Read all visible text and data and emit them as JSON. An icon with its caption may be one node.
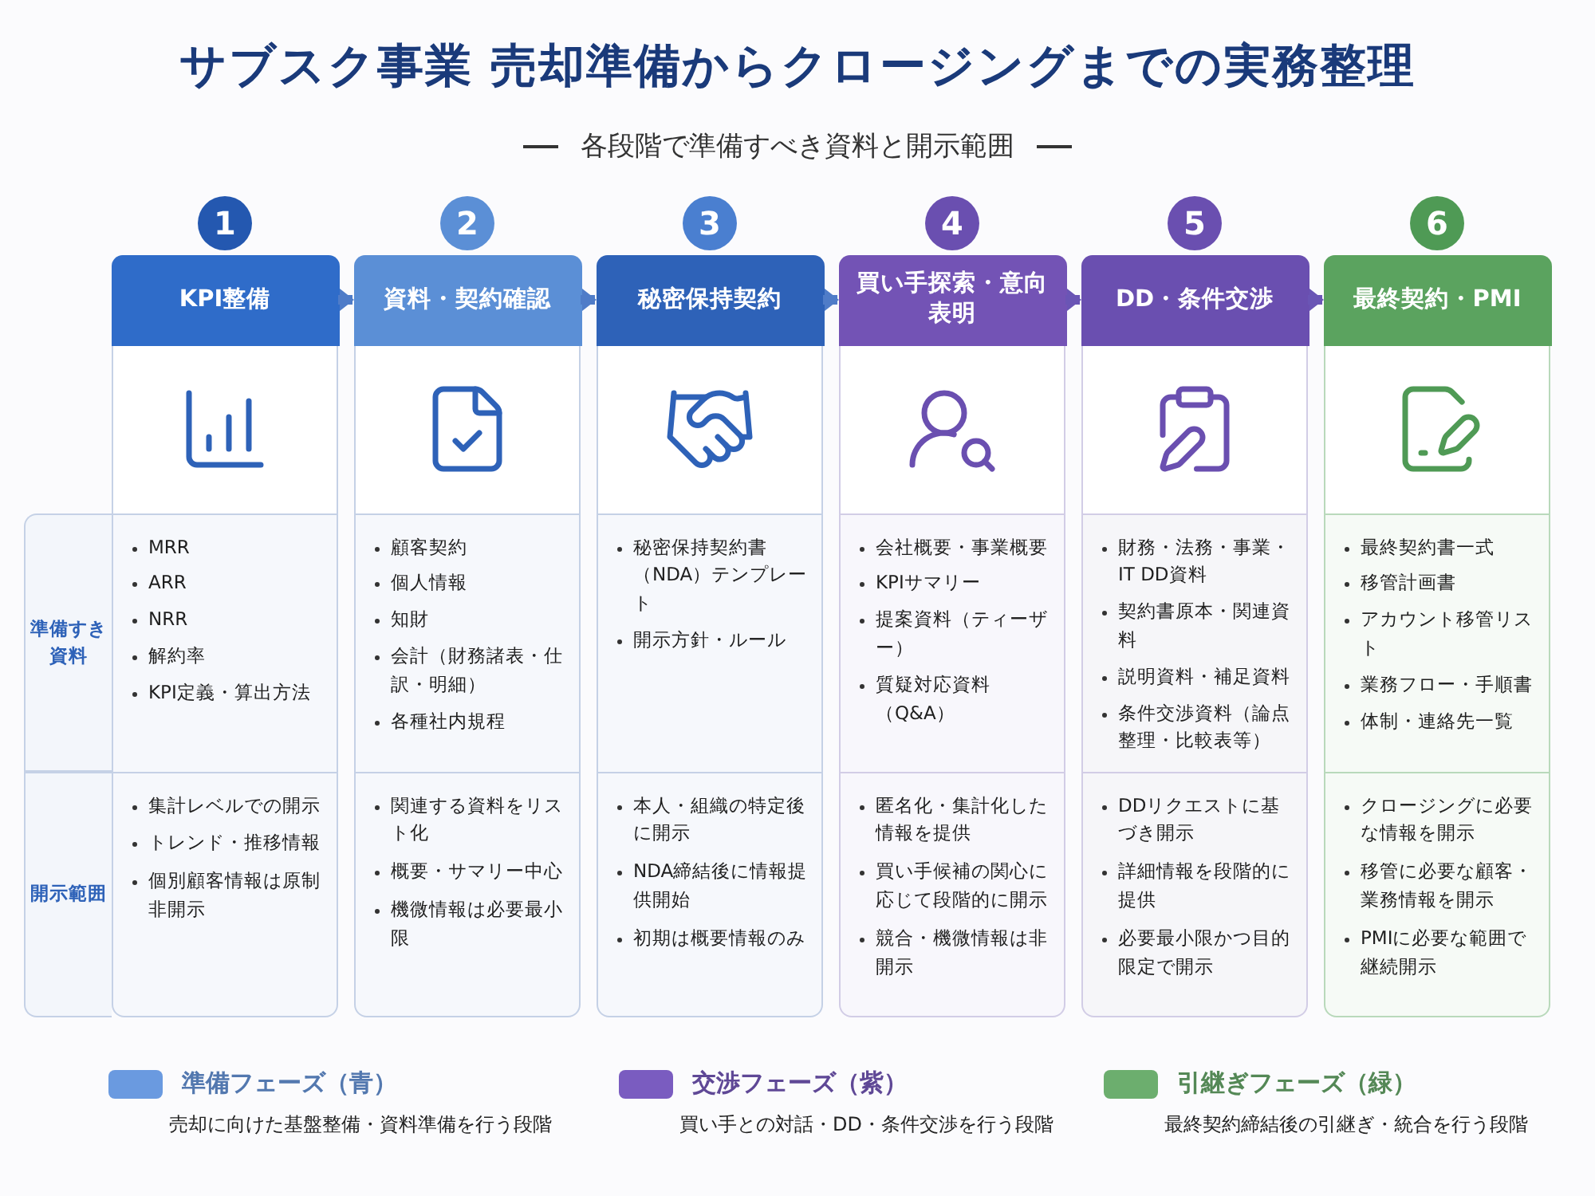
{
  "diagram": {
    "title": "サブスク事業 売却準備からクロージングまでの実務整理",
    "nodes": [
      {
        "text": [
          "KPI整備"
        ],
        "beside": [
          "1"
        ]
      },
      {
        "text": [
          "資料・契約確認"
        ],
        "beside": [
          "2"
        ]
      },
      {
        "text": [
          "秘密保持契約"
        ],
        "beside": [
          "3"
        ]
      },
      {
        "text": [
          "買い手探索・意向表明"
        ],
        "beside": [
          "4"
        ]
      },
      {
        "text": [
          "DD・条件交渉"
        ],
        "beside": [
          "5"
        ]
      },
      {
        "text": [
          "最終契約・PMI"
        ],
        "beside": [
          "6"
        ]
      },
      {
        "text": [
          "準備すき資料"
        ]
      },
      {
        "text": [
          "開示範囲"
        ]
      },
      {
        "text": [
          "MRR",
          "ARR",
          "NRR",
          "解約率",
          "KPI定義・算出方法"
        ],
        "in": 0
      },
      {
        "text": [
          "集計レベルでの開示",
          "トレンド・推移情報",
          "個別顧客情報は原制非開示"
        ],
        "in": 0
      },
      {
        "text": [
          "顧客契約",
          "個人情報",
          "知財",
          "会計（財務諸表・仕訳・明細）",
          "各種社内規程"
        ],
        "in": 1
      },
      {
        "text": [
          "関連する資料をリスト化",
          "概要・サマリー中心",
          "機微情報は必要最小限"
        ],
        "in": 1
      },
      {
        "text": [
          "秘密保持契約書（NDA）テンプレート",
          "開示方針・ルール"
        ],
        "in": 2
      },
      {
        "text": [
          "本人・組織の特定後に開示",
          "NDA締結後に情報提供開始",
          "初期は概要情報のみ"
        ],
        "in": 2
      },
      {
        "text": [
          "会社概要・事業概要",
          "KPIサマリー",
          "提案資料（ティーザー）",
          "質疑対応資料（Q&A）"
        ],
        "in": 3
      },
      {
        "text": [
          "匿名化・集計化した情報を提供",
          "買い手候補の関心に応じて段階的に開示",
          "競合・機微情報は非開示"
        ],
        "in": 3
      },
      {
        "text": [
          "財務・法務・事業・IT DD資料",
          "契約書原本・関連資料",
          "説明資料・補足資料",
          "条件交渉資料（論点整理・比較表等）"
        ],
        "in": 4
      },
      {
        "text": [
          "DDリクエストに基づき開示",
          "詳細情報を段階的に提供",
          "必要最小限かつ目的限定で開示"
        ],
        "in": 4
      },
      {
        "text": [
          "最終契約書一式",
          "移管計画書",
          "アカウント移管リスト",
          "業務フロー・手順書",
          "体制・連絡先一覧"
        ],
        "in": 5
      },
      {
        "text": [
          "クロージングに必要な情報を開示",
          "移管に必要な顧客・業務情報を開示",
          "PMIに必要な範囲で継続開示"
        ],
        "in": 5
      }
    ],
    "edges": [
      {
        "from": 0,
        "to": 1,
        "arrow": "to"
      },
      {
        "from": 1,
        "to": 2,
        "arrow": "to"
      },
      {
        "from": 2,
        "to": 3,
        "arrow": "to"
      },
      {
        "from": 3,
        "to": 4,
        "arrow": "to",
        "color": "#6a55b5"
      },
      {
        "from": 4,
        "to": 5,
        "arrow": "to",
        "color": "#6a55b5"
      }
    ],
    "labels": [
      "各段階で準備すべき資料と開示範囲",
      "売却に向けた基盤整備・資料準備を行う段階",
      "買い手との対話・DD・条件交渉を行う段階",
      "最終契約締結後の引継ぎ・統合を行う段階"
    ],
    "legend": [
      {
        "text": "準備フェーズ（青）",
        "color": "#6a9ae0"
      },
      {
        "text": "交渉フェーズ（紫）",
        "color": "#7a5cc0"
      },
      {
        "text": "引継ぎフェーズ（緑）",
        "color": "#6cae6e"
      }
    ]
  }
}
